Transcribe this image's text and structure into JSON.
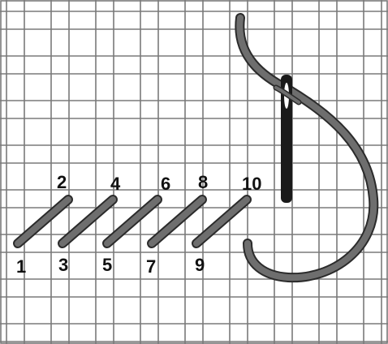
{
  "diagram": {
    "colors": {
      "background": "#ffffff",
      "canvas_line": "#7a7a7a",
      "thread": "#6e6e6e",
      "thread_outline": "#2b2b2b",
      "needle": "#1a1a1a",
      "label": "#111111"
    },
    "stitch_labels": {
      "n1": "1",
      "n2": "2",
      "n3": "3",
      "n4": "4",
      "n5": "5",
      "n6": "6",
      "n7": "7",
      "n8": "8",
      "n9": "9",
      "n10": "10"
    },
    "stitch_count": 5
  }
}
